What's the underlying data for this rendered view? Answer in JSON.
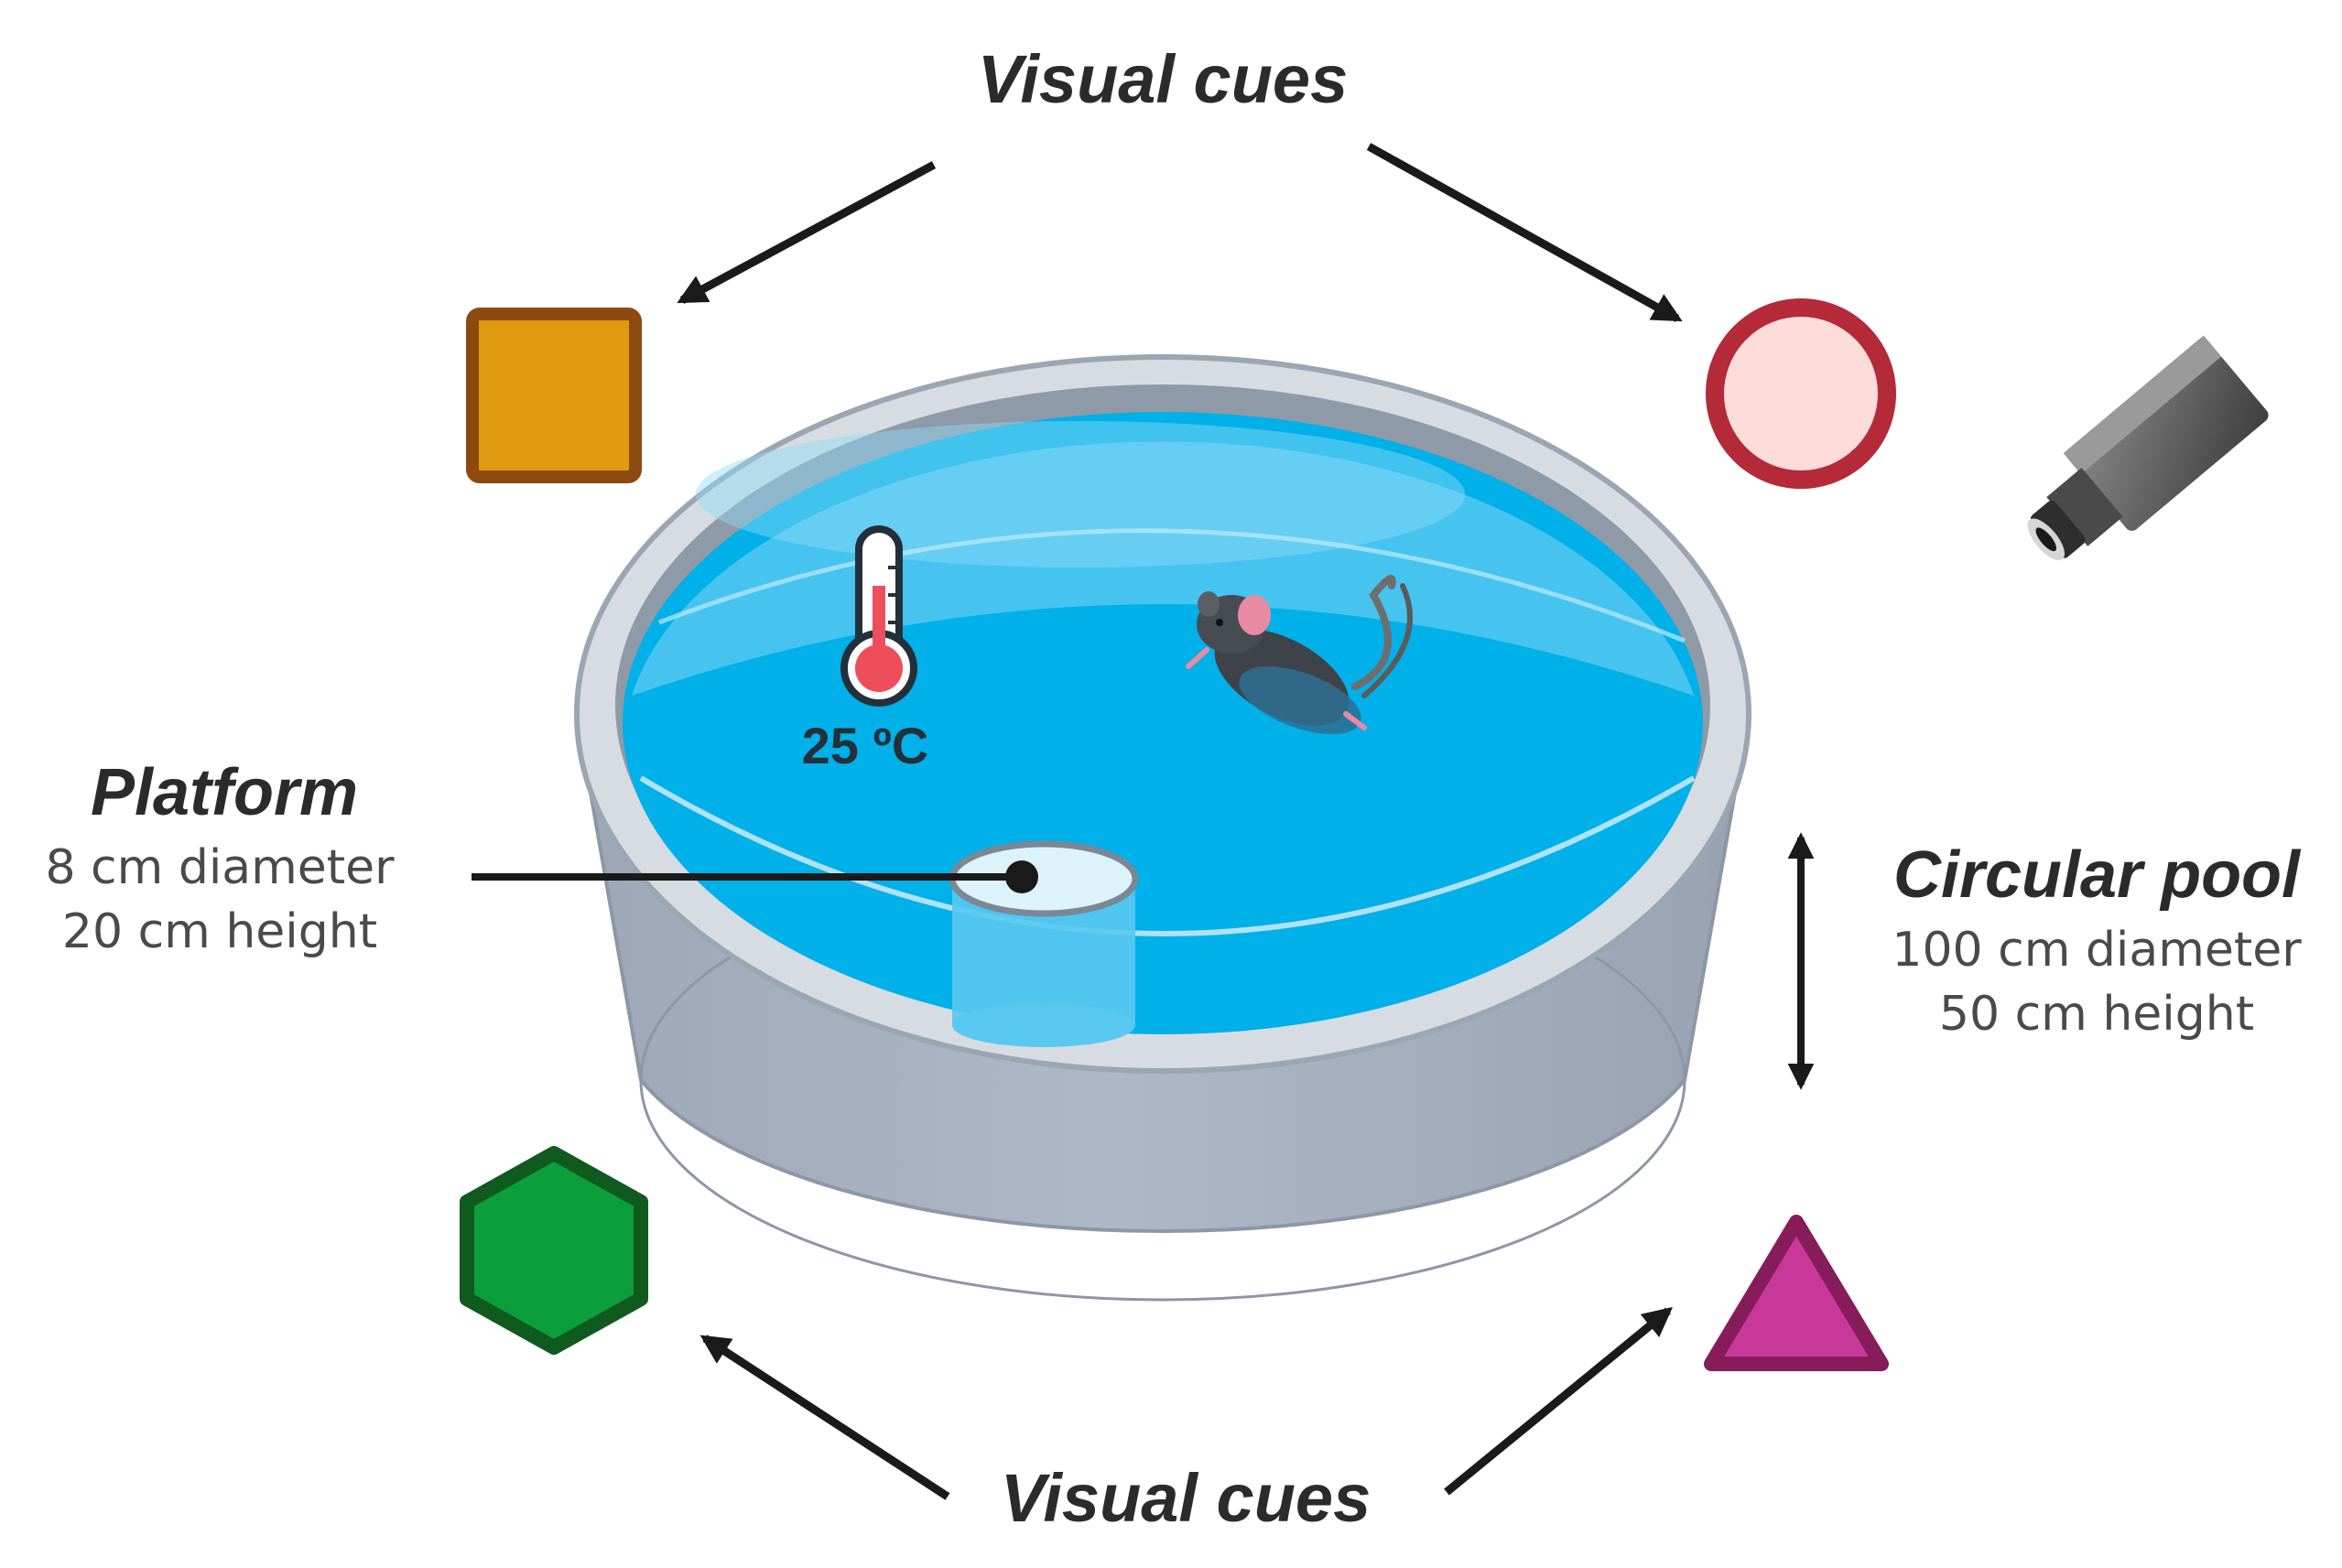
{
  "labels": {
    "visual_cues_top": "Visual cues",
    "visual_cues_bottom": "Visual cues",
    "platform_title": "Platform",
    "platform_diameter": "8 cm diameter",
    "platform_height": "20 cm height",
    "pool_title": "Circular pool",
    "pool_diameter": "100 cm diameter",
    "pool_height": "50 cm height",
    "temperature": "25 ºC"
  },
  "cues": [
    {
      "shape": "square",
      "fill": "#E09A12",
      "stroke": "#8C4A10"
    },
    {
      "shape": "circle",
      "fill": "#FDDCDA",
      "stroke": "#B42A38"
    },
    {
      "shape": "hexagon",
      "fill": "#0B9E3B",
      "stroke": "#0F5A1E"
    },
    {
      "shape": "triangle",
      "fill": "#C8389A",
      "stroke": "#861C5A"
    }
  ],
  "colors": {
    "water": "#00B0E8",
    "pool_wall": "#A8B2C0",
    "pool_rim": "#D7DCE2",
    "arrow": "#1A1A1A",
    "text_heading": "#2B2B2B",
    "text_detail": "#4A4A4A"
  },
  "icons": [
    "thermometer-icon",
    "camera-icon",
    "mouse-icon",
    "platform-icon"
  ]
}
